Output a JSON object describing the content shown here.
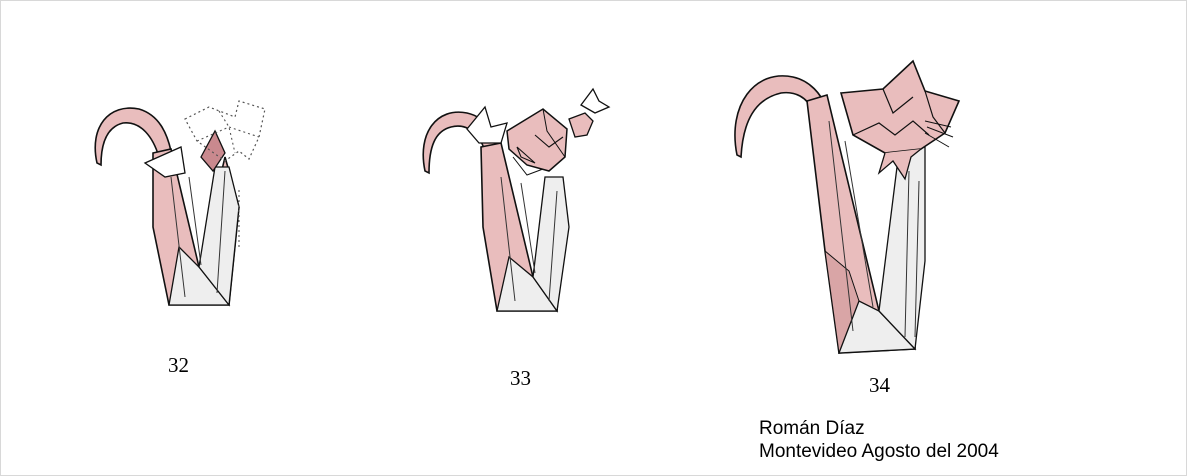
{
  "steps": [
    {
      "number": "32"
    },
    {
      "number": "33"
    },
    {
      "number": "34"
    }
  ],
  "credit": {
    "author": "Román Díaz",
    "place_date": "Montevideo Agosto del 2004"
  },
  "colors": {
    "paper_color": "#e9bdbd",
    "paper_shade": "#d9a5a6",
    "white_side": "#eeeeee",
    "line": "#111111"
  }
}
